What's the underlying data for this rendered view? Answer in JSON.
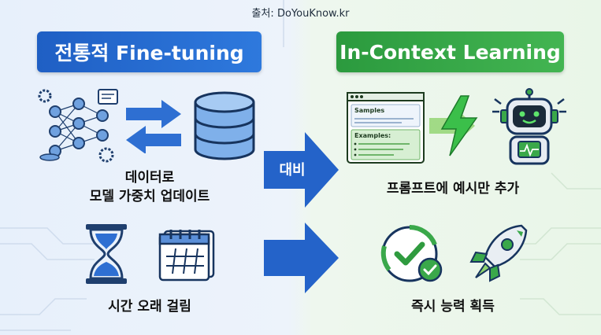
{
  "source": "출처: DoYouKnow.kr",
  "left": {
    "title": "전통적 Fine-tuning",
    "caption_line1": "데이터로",
    "caption_line2": "모델 가중치 업데이트",
    "time_caption": "시간 오래 걸림"
  },
  "right": {
    "title": "In-Context Learning",
    "caption": "프롬프트에 예시만 추가",
    "speed_caption": "즉시 능력 획득",
    "prompt_samples": "Samples",
    "prompt_examples": "Examples:"
  },
  "center": {
    "vs_label": "대비"
  },
  "colors": {
    "blue": "#2e6fd2",
    "green": "#3aa84a"
  }
}
